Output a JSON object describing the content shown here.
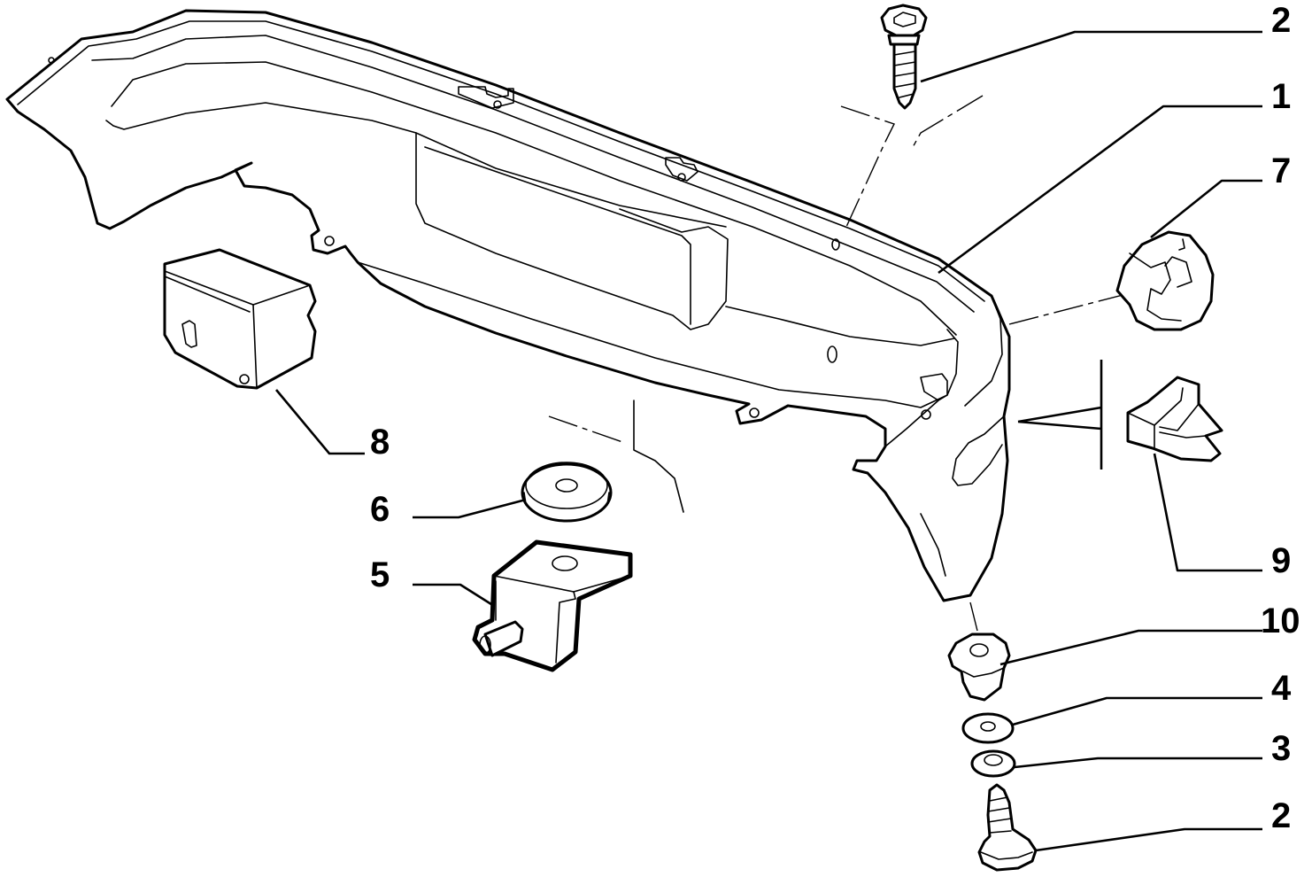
{
  "diagram": {
    "type": "exploded-parts-diagram",
    "callouts": [
      {
        "id": "callout-2-top",
        "label": "2"
      },
      {
        "id": "callout-1",
        "label": "1"
      },
      {
        "id": "callout-7",
        "label": "7"
      },
      {
        "id": "callout-8",
        "label": "8"
      },
      {
        "id": "callout-6",
        "label": "6"
      },
      {
        "id": "callout-5",
        "label": "5"
      },
      {
        "id": "callout-9",
        "label": "9"
      },
      {
        "id": "callout-10",
        "label": "10"
      },
      {
        "id": "callout-4",
        "label": "4"
      },
      {
        "id": "callout-3",
        "label": "3"
      },
      {
        "id": "callout-2-bottom",
        "label": "2"
      }
    ]
  }
}
